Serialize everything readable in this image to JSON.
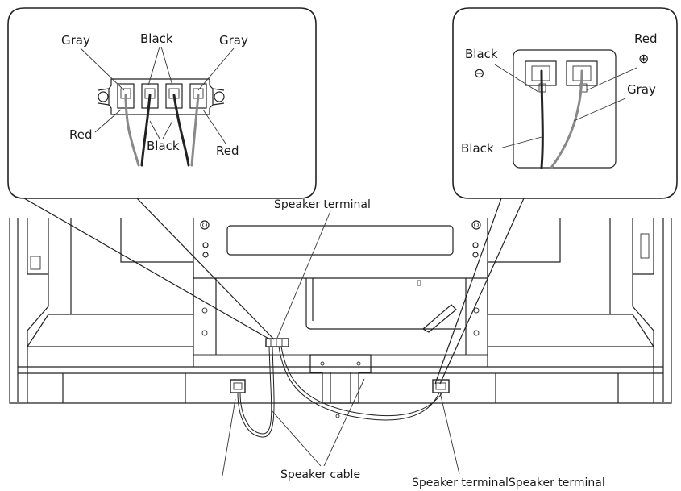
{
  "left_callout": {
    "gray_left": "Gray",
    "black_top": "Black",
    "gray_right": "Gray",
    "red_left": "Red",
    "black_bottom": "Black",
    "red_right": "Red"
  },
  "right_callout": {
    "black": "Black",
    "minus_symbol": "⊖",
    "red": "Red",
    "plus_symbol": "⊕",
    "gray": "Gray",
    "black_cable": "Black"
  },
  "main": {
    "speaker_terminal_top": "Speaker terminal",
    "speaker_cable": "Speaker cable",
    "speaker_terminal_bottom": "Speaker terminalSpeaker terminal"
  }
}
